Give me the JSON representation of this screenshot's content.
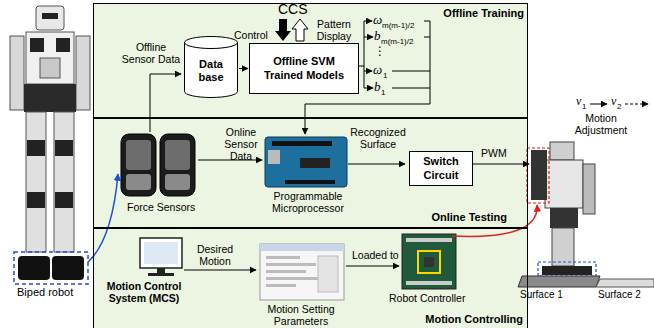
{
  "diagram": {
    "nodes": [
      {
        "text": [
          "Offline Training"
        ]
      },
      {
        "text": [
          "Data base"
        ],
        "in": 0
      },
      {
        "text": [
          "Offline SVM Trained Models"
        ],
        "in": 0
      },
      {
        "text": [
          "Online Testing"
        ]
      },
      {
        "text": [
          "Switch Circuit"
        ],
        "in": 3
      },
      {
        "text": [
          "Motion Controlling"
        ]
      }
    ],
    "edges": [
      {
        "from": 1,
        "to": 2,
        "arrow": "to"
      }
    ],
    "labels": [
      "Biped robot",
      "CCS",
      "Control",
      "Pattern Display",
      "ω",
      "m(m-1)/2",
      "b",
      "m(m-1)/2",
      "⋮",
      "ω",
      "1",
      "b",
      "1",
      "Offline Sensor Data",
      "Online Sensor Data",
      "Force Sensors",
      "Programmable Microprocessor",
      "Recognized Surface",
      "PWM",
      "v",
      "1",
      "v",
      "2",
      "Motion Adjustment",
      "Surface 1",
      "Surface 2",
      "Desired Motion",
      "Motion Control System (MCS)",
      "Motion Setting Parameters",
      "Loaded to",
      "Robot Controller"
    ]
  }
}
